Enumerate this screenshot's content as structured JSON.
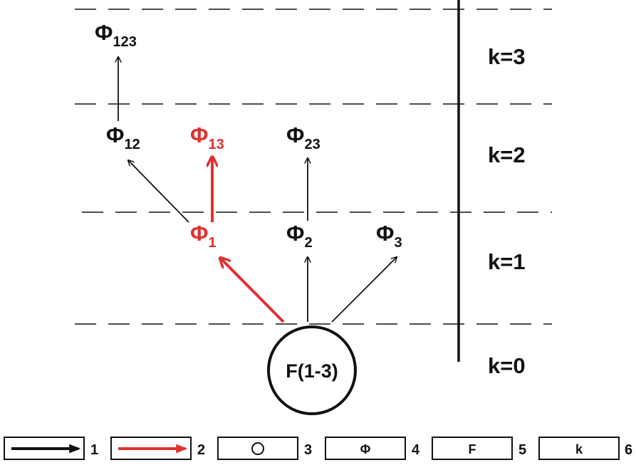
{
  "colors": {
    "ink": "#111111",
    "highlight": "#e03131"
  },
  "levels": [
    "k=3",
    "k=2",
    "k=1",
    "k=0"
  ],
  "root_node": {
    "label": "F(1-3)"
  },
  "nodes": {
    "phi123": {
      "symbol": "Φ",
      "sub": "123",
      "highlight": false
    },
    "phi12": {
      "symbol": "Φ",
      "sub": "12",
      "highlight": false
    },
    "phi13": {
      "symbol": "Φ",
      "sub": "13",
      "highlight": true
    },
    "phi23": {
      "symbol": "Φ",
      "sub": "23",
      "highlight": false
    },
    "phi1": {
      "symbol": "Φ",
      "sub": "1",
      "highlight": true
    },
    "phi2": {
      "symbol": "Φ",
      "sub": "2",
      "highlight": false
    },
    "phi3": {
      "symbol": "Φ",
      "sub": "3",
      "highlight": false
    }
  },
  "edges": [
    {
      "from": "F(1-3)",
      "to": "Φ1",
      "highlight": true
    },
    {
      "from": "F(1-3)",
      "to": "Φ2",
      "highlight": false
    },
    {
      "from": "F(1-3)",
      "to": "Φ3",
      "highlight": false
    },
    {
      "from": "Φ1",
      "to": "Φ12",
      "highlight": false
    },
    {
      "from": "Φ1",
      "to": "Φ13",
      "highlight": true
    },
    {
      "from": "Φ2",
      "to": "Φ23",
      "highlight": false
    },
    {
      "from": "Φ12",
      "to": "Φ123",
      "highlight": false
    }
  ],
  "legend": [
    {
      "number": "1",
      "symbol_name": "black-arrow"
    },
    {
      "number": "2",
      "symbol_name": "red-arrow"
    },
    {
      "number": "3",
      "symbol_name": "circle",
      "symbol": "○"
    },
    {
      "number": "4",
      "symbol_name": "phi",
      "symbol": "Φ"
    },
    {
      "number": "5",
      "symbol_name": "f-letter",
      "symbol": "F"
    },
    {
      "number": "6",
      "symbol_name": "k-letter",
      "symbol": "k"
    }
  ]
}
